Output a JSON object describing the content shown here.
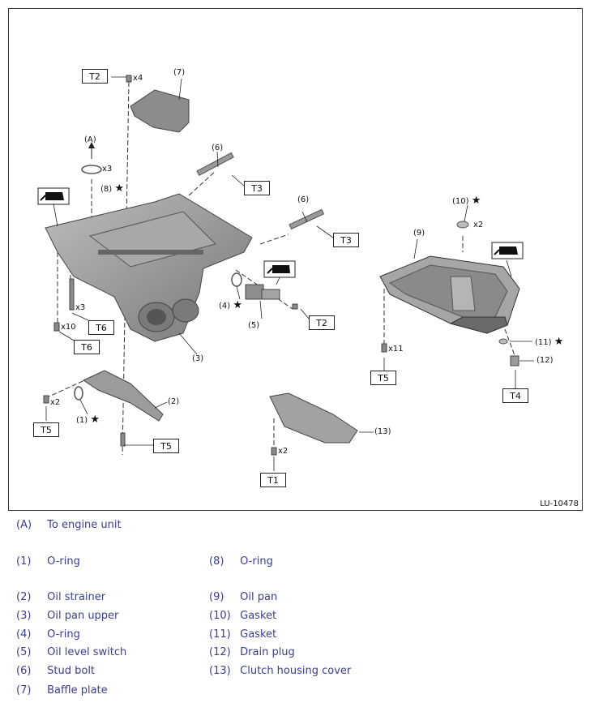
{
  "figure_id": "LU-10478",
  "callouts": {
    "A": "(A)",
    "n1": "(1)",
    "n2": "(2)",
    "n3": "(3)",
    "n4": "(4)",
    "n5": "(5)",
    "n6a": "(6)",
    "n6b": "(6)",
    "n7": "(7)",
    "n8": "(8)",
    "n9": "(9)",
    "n10": "(10)",
    "n11": "(11)",
    "n12": "(12)",
    "n13": "(13)",
    "star": "★"
  },
  "torque_codes": {
    "t2_top": "T2",
    "t3_a": "T3",
    "t3_b": "T3",
    "t6_a": "T6",
    "t6_b": "T6",
    "t2_mid": "T2",
    "t5_left": "T5",
    "t5_strainer": "T5",
    "t5_pan": "T5",
    "t4": "T4",
    "t1": "T1"
  },
  "quantities": {
    "x4": "x4",
    "x3_oring": "x3",
    "x3_bolt": "x3",
    "x10": "x10",
    "x2_left": "x2",
    "x2_gasket": "x2",
    "x11": "x11",
    "x2_cover": "x2"
  },
  "legend": [
    {
      "key": "(A)",
      "label": "To engine unit"
    },
    {
      "key": "(1)",
      "label": "O-ring"
    },
    {
      "key": "(2)",
      "label": "Oil strainer"
    },
    {
      "key": "(3)",
      "label": "Oil pan upper"
    },
    {
      "key": "(4)",
      "label": "O-ring"
    },
    {
      "key": "(5)",
      "label": "Oil level switch"
    },
    {
      "key": "(6)",
      "label": "Stud bolt"
    },
    {
      "key": "(7)",
      "label": "Baffle plate"
    },
    {
      "key": "(8)",
      "label": "O-ring"
    },
    {
      "key": "(9)",
      "label": "Oil pan"
    },
    {
      "key": "(10)",
      "label": "Gasket"
    },
    {
      "key": "(11)",
      "label": "Gasket"
    },
    {
      "key": "(12)",
      "label": "Drain plug"
    },
    {
      "key": "(13)",
      "label": "Clutch housing cover"
    }
  ],
  "colors": {
    "legend_text": "#3b3f8f",
    "part_fill": "#9a9a9a",
    "part_dark": "#6e6e6e"
  }
}
